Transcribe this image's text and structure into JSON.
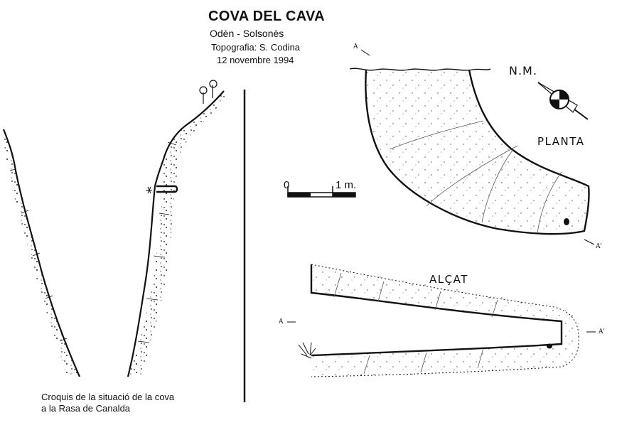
{
  "header": {
    "title": "COVA DEL CAVA",
    "location": "Odèn - Solsonès",
    "survey": "Topografia: S. Codina",
    "date": "12 novembre 1994"
  },
  "views": {
    "plan_label": "PLANTA",
    "section_label": "ALÇAT"
  },
  "north_label": "N.M.",
  "scale": {
    "start": "0",
    "end": "1 m."
  },
  "section_marks": {
    "a": "A",
    "a_prime": "A'"
  },
  "caption": {
    "line1": "Croquis de la situació de la cova",
    "line2": "a la Rasa de Canalda"
  }
}
